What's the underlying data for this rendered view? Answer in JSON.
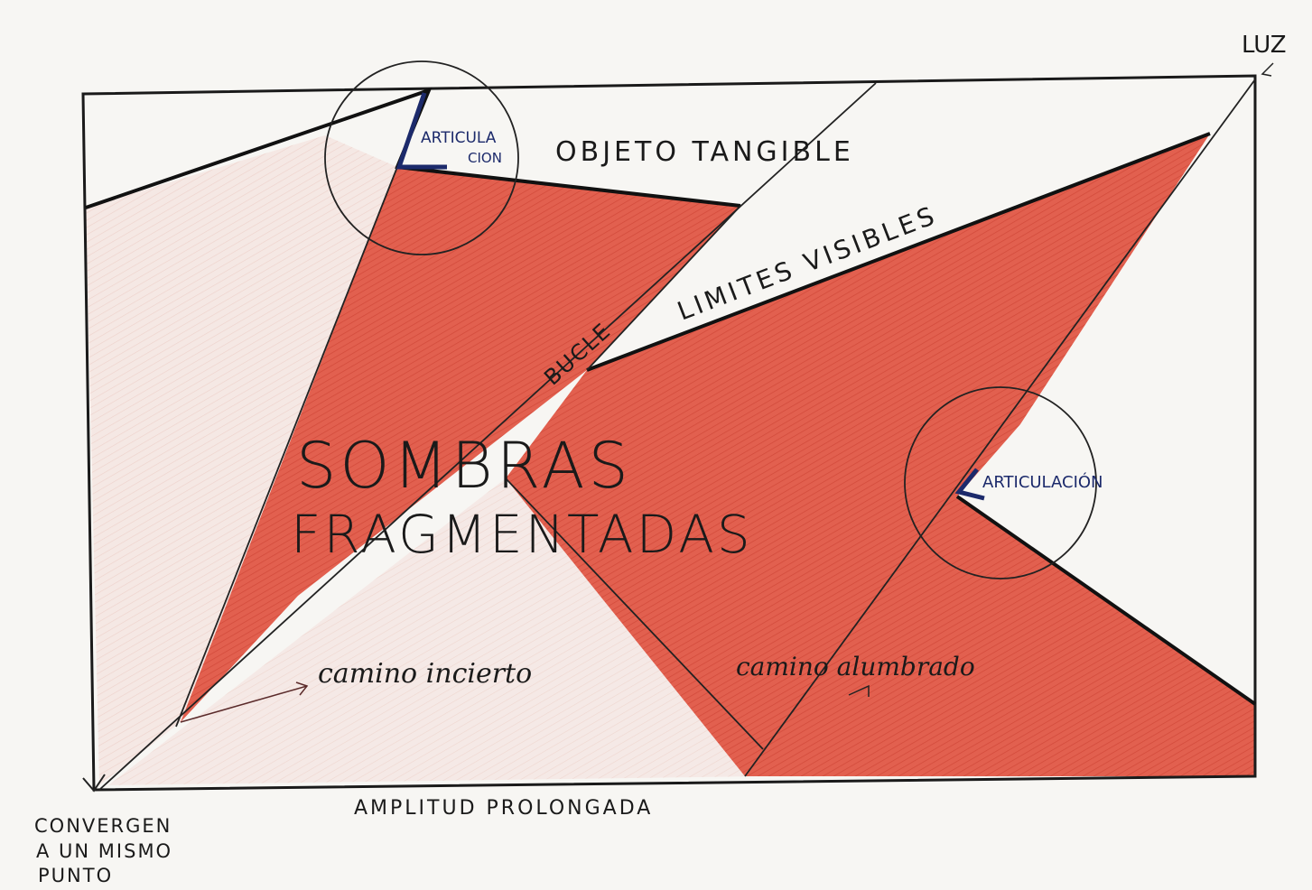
{
  "labels": {
    "luz": "LUZ",
    "objeto": "OBJETO TANGIBLE",
    "articulacion_top_1": "ARTICULA",
    "articulacion_top_2": "CION",
    "articulacion_right": "ARTICULACIÓN",
    "limites": "LIMITES VISIBLES",
    "bucle": "BUCLE",
    "sombras": "SOMBRAS",
    "fragmentadas": "FRAGMENTADAS",
    "camino_incierto": "camino incierto",
    "camino_alumbrado": "camino alumbrado",
    "amplitud": "AMPLITUD PROLONGADA",
    "converge_1": "CONVERGEN",
    "converge_2": "A UN MISMO",
    "converge_3": "PUNTO"
  },
  "colors": {
    "paper": "#f7f6f3",
    "shadow_red": "#e2604f",
    "shadow_light": "#f1d9d4",
    "ink": "#1a1a1a",
    "blue_ink": "#1c2a6b"
  }
}
